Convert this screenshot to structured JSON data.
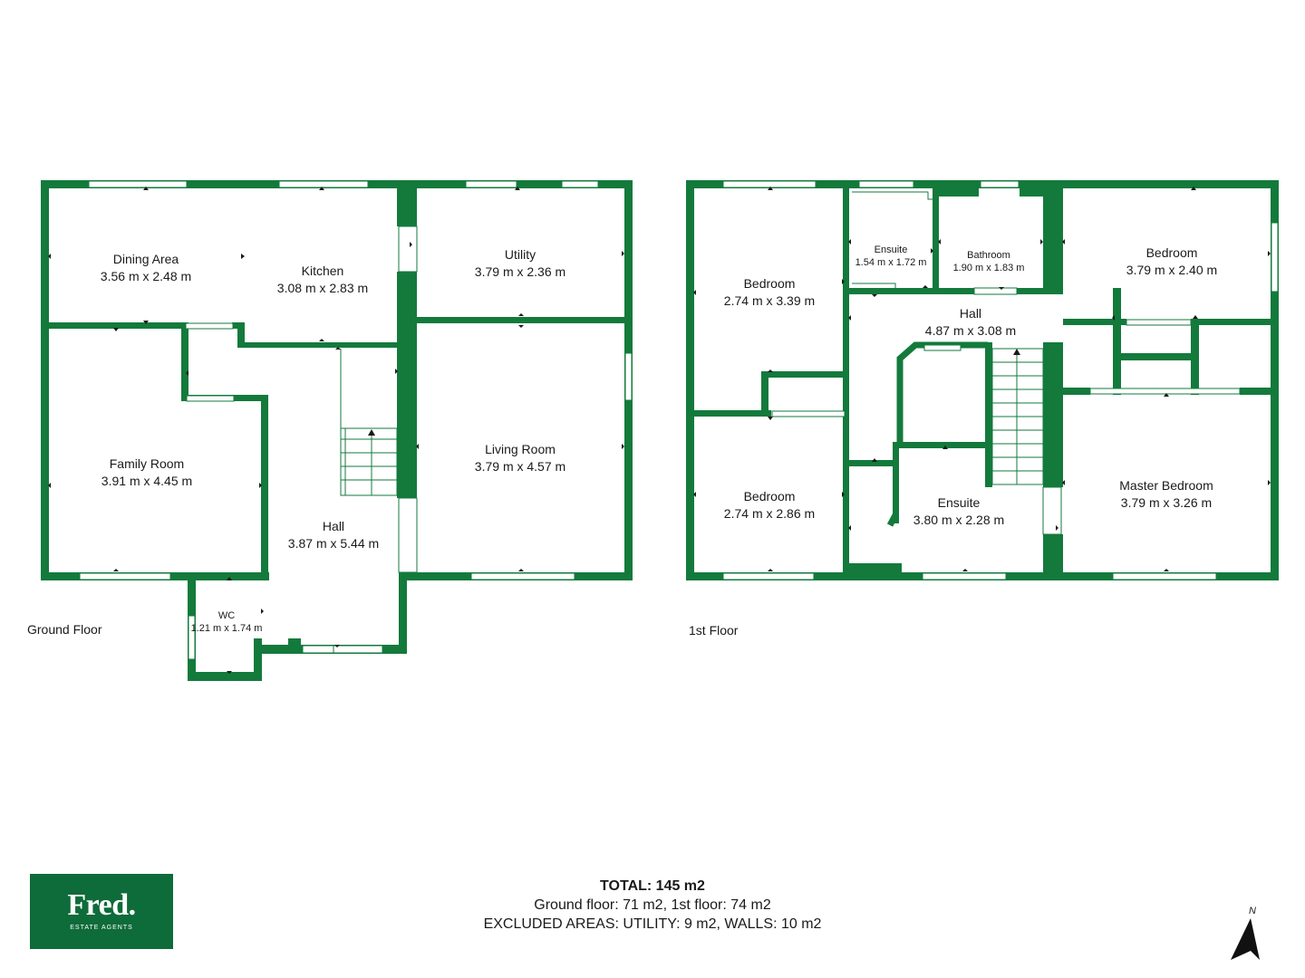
{
  "floors": {
    "ground": {
      "label": "Ground Floor"
    },
    "first": {
      "label": "1st Floor"
    }
  },
  "rooms": {
    "ground": [
      {
        "name": "Dining Area",
        "dims": "3.56 m x 2.48 m"
      },
      {
        "name": "Kitchen",
        "dims": "3.08 m x 2.83 m"
      },
      {
        "name": "Utility",
        "dims": "3.79 m x 2.36 m"
      },
      {
        "name": "Family Room",
        "dims": "3.91 m x 4.45 m"
      },
      {
        "name": "Living Room",
        "dims": "3.79 m x 4.57 m"
      },
      {
        "name": "Hall",
        "dims": "3.87 m x 5.44 m"
      },
      {
        "name": "WC",
        "dims": "1.21 m x 1.74 m"
      }
    ],
    "first": [
      {
        "name": "Bedroom",
        "dims": "2.74 m x 3.39 m"
      },
      {
        "name": "Ensuite",
        "dims": "1.54 m x 1.72 m"
      },
      {
        "name": "Bathroom",
        "dims": "1.90 m x 1.83 m"
      },
      {
        "name": "Bedroom",
        "dims": "3.79 m x 2.40 m"
      },
      {
        "name": "Hall",
        "dims": "4.87 m x 3.08 m"
      },
      {
        "name": "Bedroom",
        "dims": "2.74 m x 2.86 m"
      },
      {
        "name": "Ensuite",
        "dims": "3.80 m x 2.28 m"
      },
      {
        "name": "Master Bedroom",
        "dims": "3.79 m x 3.26 m"
      }
    ]
  },
  "logo": {
    "brand": "Fred.",
    "tagline": "ESTATE AGENTS"
  },
  "totals": {
    "total": "TOTAL: 145 m2",
    "floors": "Ground floor: 71 m2, 1st floor: 74 m2",
    "excluded": "EXCLUDED AREAS: UTILITY: 9 m2, WALLS: 10 m2"
  },
  "compass": {
    "label": "N"
  },
  "colors": {
    "wall": "#137a3c",
    "window": "#ffffff",
    "brand": "#0e6b3a"
  }
}
